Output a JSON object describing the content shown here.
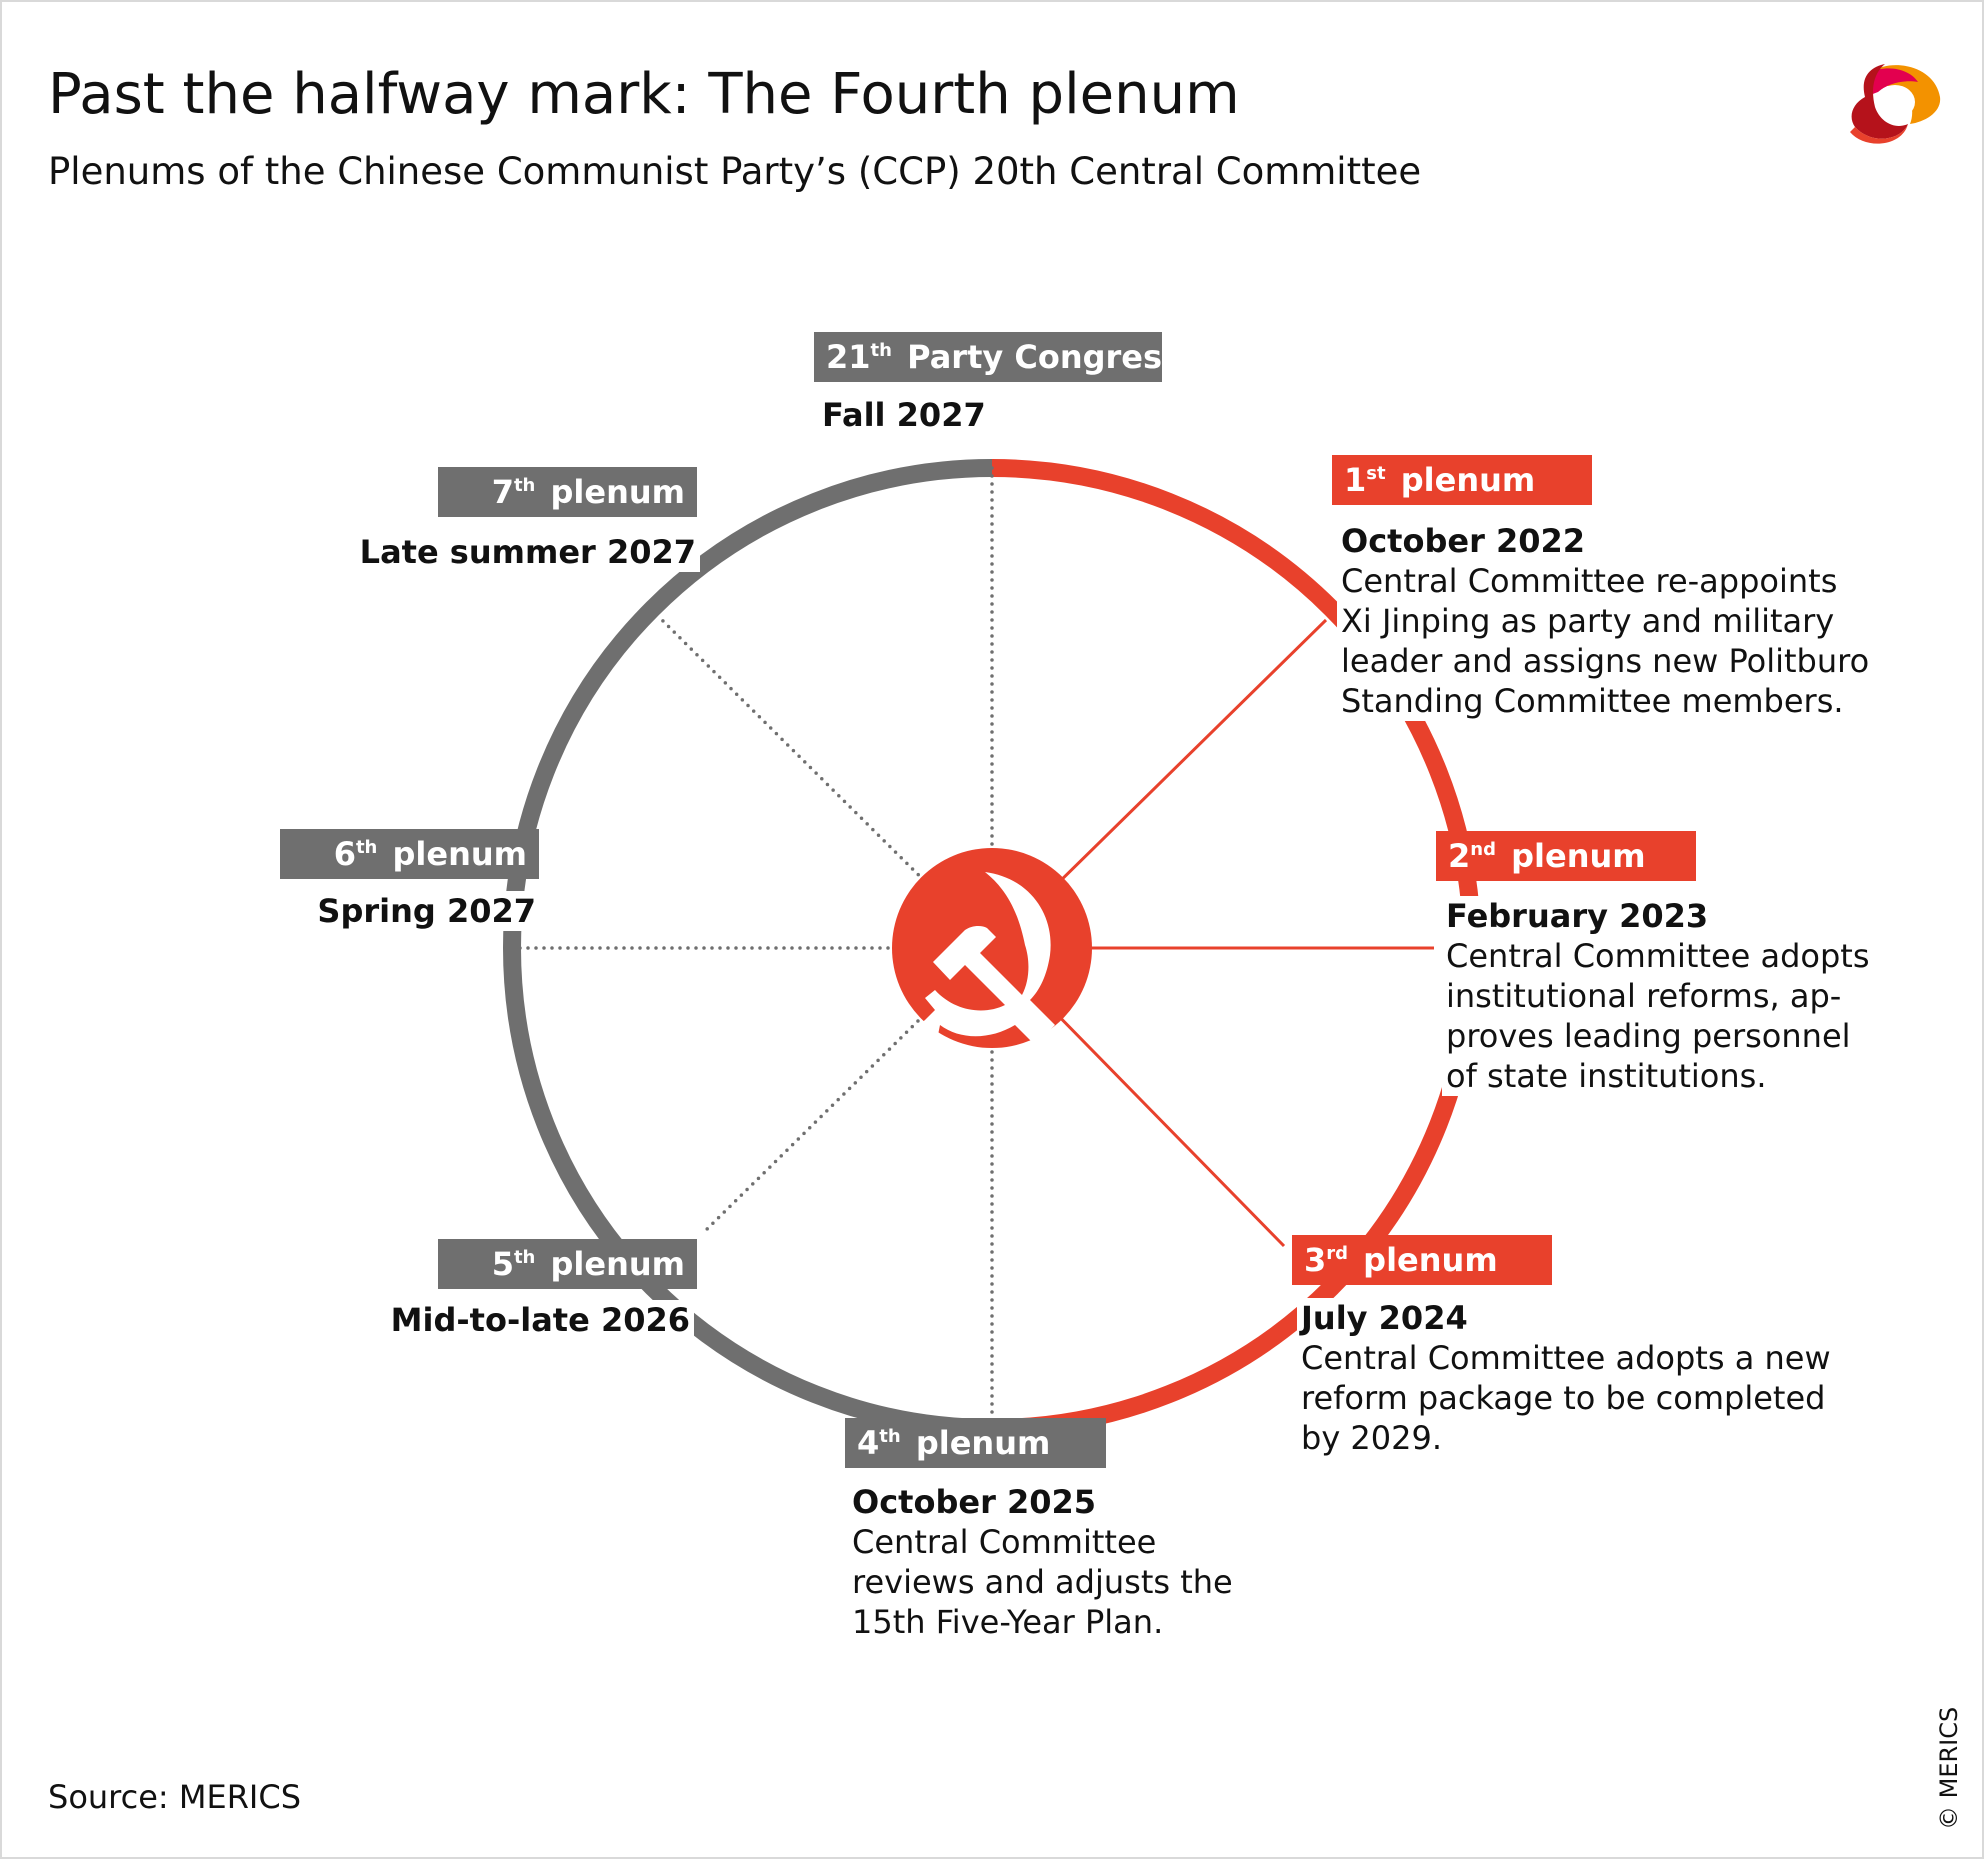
{
  "header": {
    "title": "Past the halfway mark: The Fourth plenum",
    "subtitle": "Plenums of the Chinese Communist Party’s (CCP) 20th Central Committee"
  },
  "colors": {
    "red": "#e8412c",
    "gray": "#6f6f6f"
  },
  "center_icon": "hammer-and-sickle-icon",
  "congress": {
    "num": "21",
    "sup": "th",
    "label": "Party Congress",
    "date": "Fall 2027"
  },
  "plenums": [
    {
      "num": "1",
      "sup": "st",
      "label": "plenum",
      "date": "October 2022",
      "desc": [
        "Central Committee re-appoints",
        "Xi Jinping as party and military",
        "leader and assigns new Politburo",
        "Standing Committee members."
      ],
      "status": "completed"
    },
    {
      "num": "2",
      "sup": "nd",
      "label": "plenum",
      "date": "February 2023",
      "desc": [
        "Central Committee adopts",
        "institutional reforms, ap-",
        "proves leading personnel",
        "of state institutions."
      ],
      "status": "completed"
    },
    {
      "num": "3",
      "sup": "rd",
      "label": "plenum",
      "date": "July 2024",
      "desc": [
        "Central Committee adopts a new",
        "reform package to be completed",
        "by 2029."
      ],
      "status": "completed"
    },
    {
      "num": "4",
      "sup": "th",
      "label": "plenum",
      "date": "October 2025",
      "desc": [
        "Central Committee",
        "reviews and adjusts the",
        "15th Five-Year Plan."
      ],
      "status": "upcoming"
    },
    {
      "num": "5",
      "sup": "th",
      "label": "plenum",
      "date": "Mid-to-late 2026",
      "status": "upcoming"
    },
    {
      "num": "6",
      "sup": "th",
      "label": "plenum",
      "date": "Spring 2027",
      "status": "upcoming"
    },
    {
      "num": "7",
      "sup": "th",
      "label": "plenum",
      "date": "Late summer 2027",
      "status": "upcoming"
    }
  ],
  "footer": {
    "source": "Source: MERICS",
    "copyright": "© MERICS"
  }
}
